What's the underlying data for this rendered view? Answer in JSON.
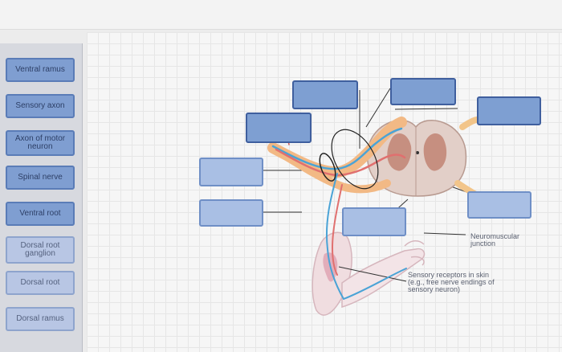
{
  "sidebar": {
    "items": [
      {
        "label": "Ventral ramus"
      },
      {
        "label": "Sensory axon"
      },
      {
        "label": "Axon of motor neuron"
      },
      {
        "label": "Spinal nerve"
      },
      {
        "label": "Ventral root"
      },
      {
        "label": "Dorsal root ganglion"
      },
      {
        "label": "Dorsal root"
      },
      {
        "label": "Dorsal ramus"
      }
    ]
  },
  "diagram": {
    "annotations": {
      "neuromuscular": "Neuromuscular junction",
      "sensory": "Sensory receptors in skin (e.g., free nerve endings of sensory neuron)"
    },
    "colors": {
      "sensory_neuron": "#4aa3d6",
      "motor_neuron": "#e0706f",
      "nerve_sheath": "#f2b985",
      "drop_target": "#7e9fd2"
    }
  }
}
